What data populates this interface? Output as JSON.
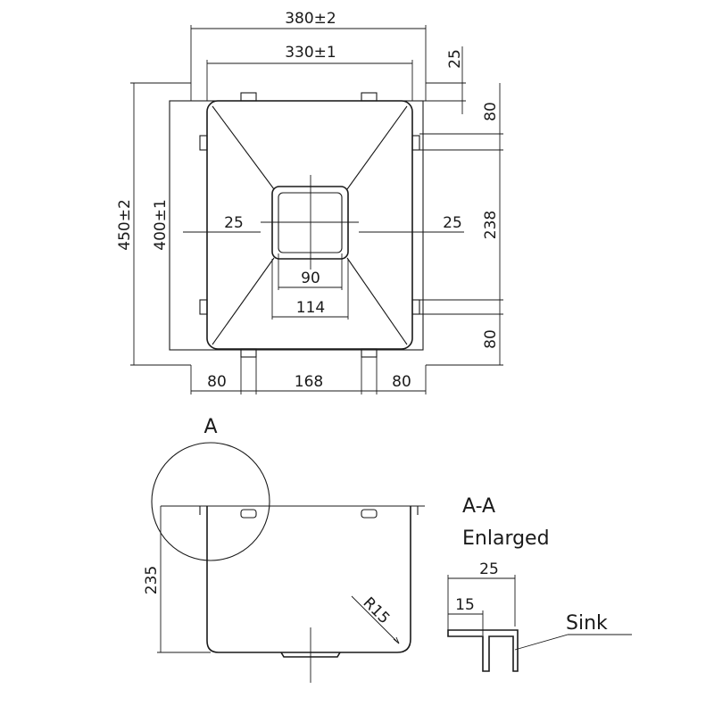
{
  "plan_view": {
    "overall_width": "380±2",
    "inner_width": "330±1",
    "flange_top": "25",
    "overall_length": "450±2",
    "inner_length": "400±1",
    "left_margin": "25",
    "right_margin": "25",
    "drain_outer": "114",
    "drain_inner": "90",
    "right_top": "80",
    "right_middle": "238",
    "right_bottom": "80",
    "bottom_left": "80",
    "bottom_middle": "168",
    "bottom_right": "80"
  },
  "section_view": {
    "detail_label": "A",
    "depth": "235",
    "radius": "R15"
  },
  "detail_view": {
    "title_line1": "A-A",
    "title_line2": "Enlarged",
    "width_outer": "25",
    "width_inner": "15",
    "sink_label": "Sink"
  }
}
